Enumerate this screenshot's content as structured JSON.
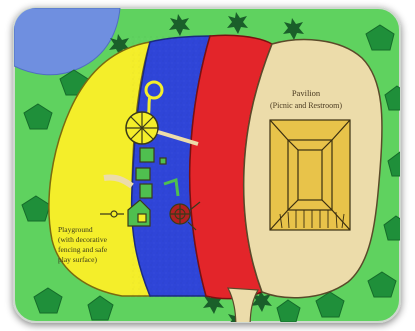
{
  "map": {
    "zones": {
      "pavilion": {
        "title": "Pavilion",
        "subtitle": "(Picnic and Restroom)"
      },
      "playground": {
        "lines": [
          "Playground",
          "(with decorative",
          "fencing and safe",
          "play surface)"
        ]
      }
    },
    "colors": {
      "grass": "#5fd25f",
      "pond": "#6f8fe0",
      "yellow_zone": "#f4ee2a",
      "blue_zone": "#2f45d8",
      "red_zone": "#e3252a",
      "pavilion_zone": "#ecdcaa",
      "pavilion_roof": "#e8c34a",
      "trees": "#1f8f3a"
    }
  }
}
